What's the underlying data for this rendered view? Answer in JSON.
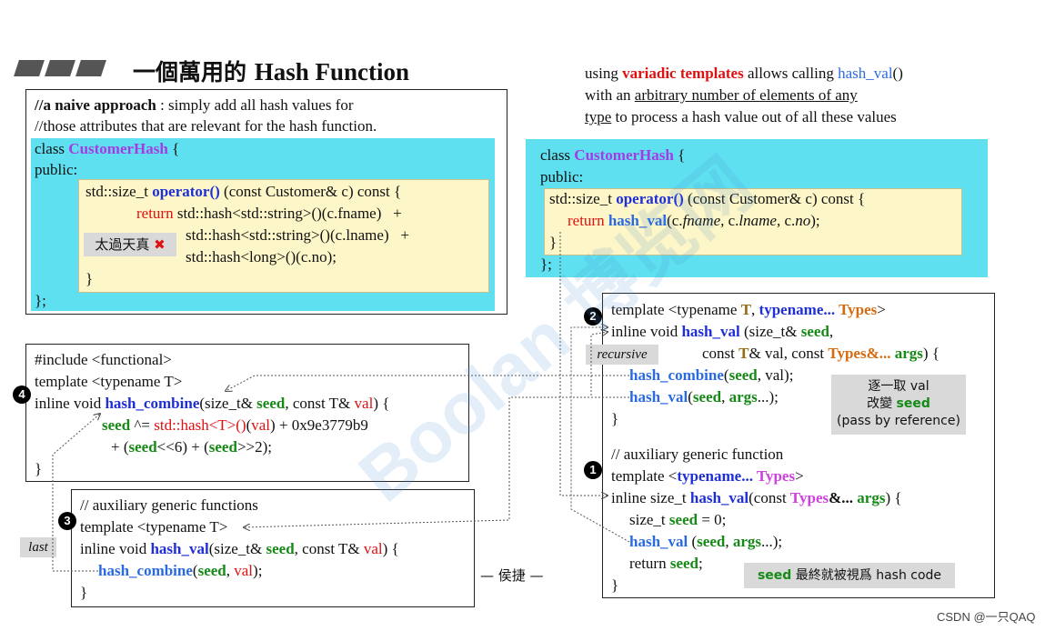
{
  "title": {
    "cn": "一個萬用的 ",
    "en": "Hash Function"
  },
  "intro": {
    "l1a": "using ",
    "l1b": "variadic templates",
    "l1c": " allows calling ",
    "l1d": "hash_val",
    "l1e": "()",
    "l2a": "with an ",
    "l2b": "arbitrary number of elements of any",
    "l3a": "type",
    "l3b": " to process a hash value out of all these values"
  },
  "naive": {
    "c1a": "//a naive approach",
    "c1b": " : simply add all hash values for",
    "c2": "//those attributes that are relevant for the hash function.",
    "cls": "class ",
    "clsname": "CustomerHash",
    "brace": " {",
    "pub": "public:",
    "op1a": "std::size_t ",
    "op1b": "operator()",
    "op1c": " (const Customer& c) const {",
    "r1a": "return",
    "r1b": " std::hash<std::string>()(c.fname)   +",
    "r2": "std::hash<std::string>()(c.lname)   +",
    "r3": "std::hash<long>()(c.no);",
    "close": "}",
    "end": "};",
    "badge": "太過天真",
    "x": "✖"
  },
  "better": {
    "cls": "class ",
    "clsname": "CustomerHash",
    "brace": " {",
    "pub": "public:",
    "op1a": "std::size_t ",
    "op1b": "operator()",
    "op1c": " (const Customer& c) const {",
    "r1a": "return",
    "r1b": " hash_val",
    "r1c": "(c.",
    "r1d": "fname",
    "r1e": ", c.",
    "r1f": "lname",
    "r1g": ", c.",
    "r1h": "no",
    "r1i": ");",
    "close": "}",
    "end": "};"
  },
  "combine": {
    "l1": "#include <functional>",
    "l2": "template <typename T>",
    "l3a": "inline void ",
    "l3b": "hash_combine",
    "l3c": "(size_t& ",
    "l3d": "seed",
    "l3e": ", const T& ",
    "l3f": "val",
    "l3g": ") {",
    "l4a": "seed",
    "l4b": " ^= ",
    "l4c": "std::hash<T>()",
    "l4d": "(",
    "l4e": "val",
    "l4f": ") + 0x9e3779b9",
    "l5a": "+ (",
    "l5b": "seed",
    "l5c": "<<6) + (",
    "l5d": "seed",
    "l5e": ">>2);",
    "l6": "}",
    "badge": "4"
  },
  "aux3": {
    "l1": "// auxiliary generic functions",
    "l2": "template <typename T>",
    "l3a": "inline void ",
    "l3b": "hash_val",
    "l3c": "(size_t& ",
    "l3d": "seed",
    "l3e": ", const T& ",
    "l3f": "val",
    "l3g": ") {",
    "l4a": "hash_combine",
    "l4b": "(",
    "l4c": "seed",
    "l4d": ", ",
    "l4e": "val",
    "l4f": ");",
    "l5": "}",
    "badge": "3",
    "last": "last",
    "shortcut": "— 侯捷 —"
  },
  "rec": {
    "l1a": "template <typename ",
    "l1b": "T",
    "l1c": ", ",
    "l1d": "typename... ",
    "l1e": "Types",
    "l1f": ">",
    "l2a": "inline void ",
    "l2b": "hash_val",
    "l2c": " (size_t& ",
    "l2d": "seed",
    "l2e": ",",
    "l3a": "const ",
    "l3b": "T",
    "l3c": "& val, const ",
    "l3d": "Types",
    "l3e": "&... ",
    "l3f": "args",
    "l3g": ") {",
    "l4a": "hash_combine",
    "l4b": "(",
    "l4c": "seed",
    "l4d": ", val);",
    "l5a": "hash_val",
    "l5b": "(",
    "l5c": "seed",
    "l5d": ", ",
    "l5e": "args",
    "l5f": "...);",
    "l6": "}",
    "badge": "2",
    "recursive": "recursive",
    "note1": "逐一取 val",
    "note2a": "改變 ",
    "note2b": "seed",
    "note3": "(pass by reference)"
  },
  "aux1": {
    "l1": "// auxiliary generic function",
    "l2a": "template <",
    "l2b": "typename... ",
    "l2c": "Types",
    "l2d": ">",
    "l3a": "inline size_t ",
    "l3b": "hash_val",
    "l3c": "(const ",
    "l3d": "Types",
    "l3e": "&... ",
    "l3f": "args",
    "l3g": ") {",
    "l4a": "size_t ",
    "l4b": "seed",
    "l4c": " = 0;",
    "l5a": "hash_val",
    "l5b": " (",
    "l5c": "seed",
    "l5d": ", ",
    "l5e": "args",
    "l5f": "...);",
    "l6a": "return ",
    "l6b": "seed",
    "l6c": ";",
    "l7": "}",
    "badge": "1",
    "note_a": "seed",
    "note_b": " 最終就被視爲 hash code"
  },
  "footer": "CSDN @一只QAQ",
  "watermark": "Boolan 博览网"
}
